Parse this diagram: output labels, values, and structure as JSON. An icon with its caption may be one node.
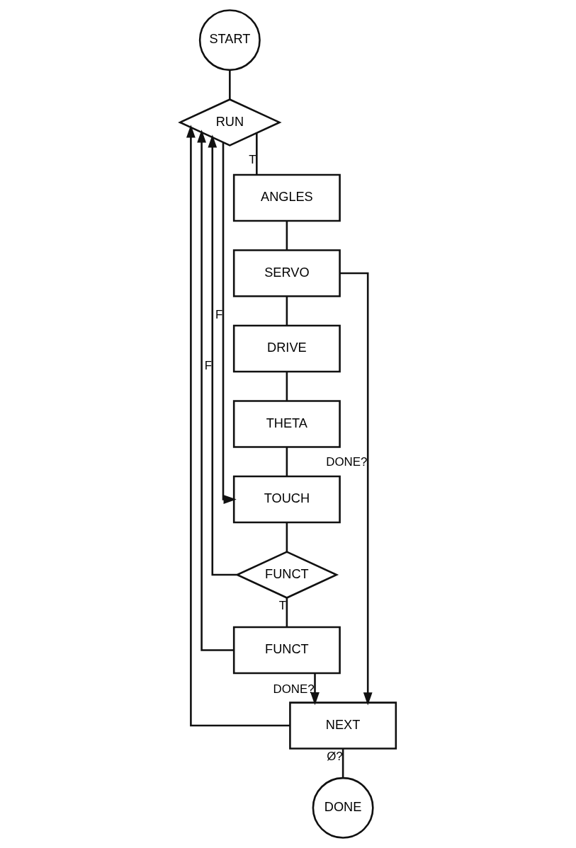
{
  "diagram": {
    "nodes": [
      {
        "text": [
          "START"
        ]
      },
      {
        "text": [
          "RUN"
        ]
      },
      {
        "text": [
          "ANGLES"
        ]
      },
      {
        "text": [
          "SERVO"
        ]
      },
      {
        "text": [
          "DRIVE"
        ]
      },
      {
        "text": [
          "THETA"
        ]
      },
      {
        "text": [
          "TOUCH"
        ]
      },
      {
        "text": [
          "FUNCT"
        ]
      },
      {
        "text": [
          "FUNCT"
        ]
      },
      {
        "text": [
          "NEXT"
        ]
      },
      {
        "text": [
          "DONE"
        ]
      }
    ],
    "edges": [
      {
        "from": 0,
        "to": 1,
        "arrow": "none"
      },
      {
        "from": 1,
        "to": 2,
        "arrow": "none",
        "label": "T"
      },
      {
        "from": 2,
        "to": 3,
        "arrow": "none"
      },
      {
        "from": 3,
        "to": 4,
        "arrow": "none"
      },
      {
        "from": 4,
        "to": 5,
        "arrow": "none"
      },
      {
        "from": 5,
        "to": 6,
        "arrow": "none"
      },
      {
        "from": 1,
        "to": 6,
        "arrow": "to",
        "label": "F"
      },
      {
        "from": 6,
        "to": 7,
        "arrow": "none"
      },
      {
        "from": 7,
        "to": 8,
        "arrow": "none",
        "label": "T"
      },
      {
        "from": 7,
        "to": 1,
        "arrow": "to",
        "label": "F"
      },
      {
        "from": 3,
        "to": 9,
        "arrow": "to",
        "label": "DONE?"
      },
      {
        "from": 8,
        "to": 9,
        "arrow": "to",
        "label": "DONE?"
      },
      {
        "from": 8,
        "to": 1,
        "arrow": "to"
      },
      {
        "from": 9,
        "to": 1,
        "arrow": "to"
      },
      {
        "from": 9,
        "to": 10,
        "arrow": "none",
        "label": "Ø?"
      }
    ]
  }
}
